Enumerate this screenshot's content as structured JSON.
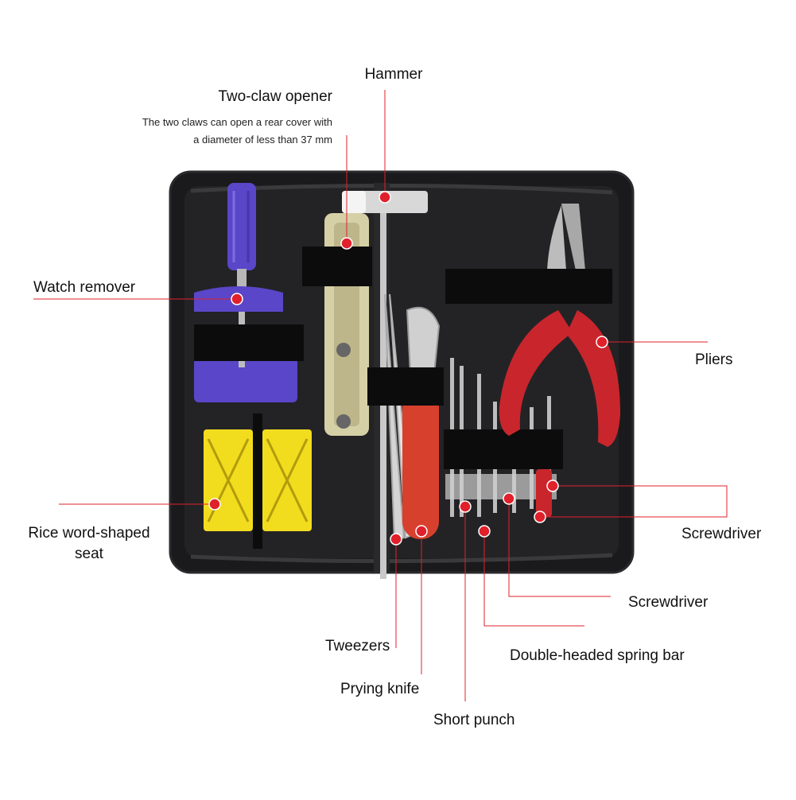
{
  "labels": {
    "hammer": "Hammer",
    "two_claw_opener": "Two-claw opener",
    "two_claw_desc_1": "The two claws can open a rear cover with",
    "two_claw_desc_2": "a diameter of less than 37 mm",
    "watch_remover": "Watch remover",
    "pliers": "Pliers",
    "rice_seat_1": "Rice word-shaped",
    "rice_seat_2": "seat",
    "screwdriver_right": "Screwdriver",
    "screwdriver_lower": "Screwdriver",
    "double_headed_spring_bar": "Double-headed spring bar",
    "tweezers": "Tweezers",
    "prying_knife": "Prying knife",
    "short_punch": "Short punch"
  },
  "colors": {
    "callout": "#e0202a",
    "case": "#1a1a1c",
    "strap": "#0c0c0c",
    "remover": "#5a46c8",
    "seat": "#f2dc1e",
    "pliers_handle": "#c8262c",
    "knife_handle": "#d8402e",
    "metal": "#c9c9c9"
  }
}
